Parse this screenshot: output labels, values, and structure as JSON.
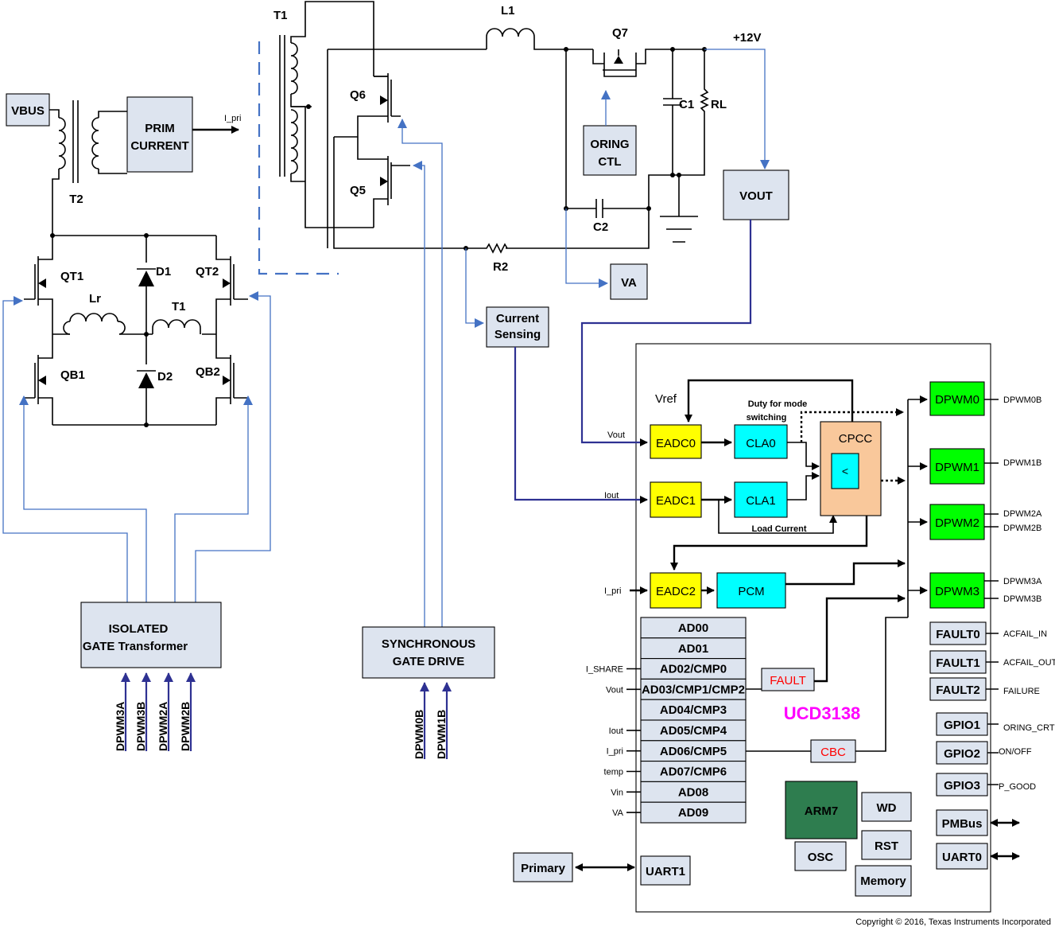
{
  "power_stage": {
    "vbus": "VBUS",
    "prim_current": [
      "PRIM",
      "CURRENT"
    ],
    "i_pri_arrow": "I_pri",
    "t1_label": "T1",
    "t2_label": "T2",
    "l1_label": "L1",
    "q7_label": "Q7",
    "vplus_label": "+12V",
    "q6_label": "Q6",
    "q5_label": "Q5",
    "c1_label": "C1",
    "rl_label": "RL",
    "oring_ctl": [
      "ORING",
      "CTL"
    ],
    "c2_label": "C2",
    "vout_box": "VOUT",
    "r2_label": "R2",
    "va_box": "VA",
    "current_sensing": [
      "Current",
      "Sensing"
    ],
    "qt1_label": "QT1",
    "d1_label": "D1",
    "qt2_label": "QT2",
    "lr_label": "Lr",
    "t1b_label": "T1",
    "qb1_label": "QB1",
    "d2_label": "D2",
    "qb2_label": "QB2",
    "isolated_gate": [
      "ISOLATED",
      "GATE Transformer"
    ],
    "sync_gate": [
      "SYNCHRONOUS",
      "GATE DRIVE"
    ],
    "iso_inputs": [
      "DPWM3A",
      "DPWM3B",
      "DPWM2A",
      "DPWM2B"
    ],
    "sync_inputs": [
      "DPWM0B",
      "DPWM1B"
    ]
  },
  "controller": {
    "vref": "Vref",
    "duty_label": [
      "Duty for mode",
      "switching"
    ],
    "eadc0": "EADC0",
    "eadc1": "EADC1",
    "eadc2": "EADC2",
    "cla0": "CLA0",
    "cla1": "CLA1",
    "pcm": "PCM",
    "cpcc": "CPCC",
    "compare": "<",
    "load_current": "Load Current",
    "vout_in": "Vout",
    "iout_in": "Iout",
    "ipri_in": "I_pri",
    "dpwm": [
      "DPWM0",
      "DPWM1",
      "DPWM2",
      "DPWM3"
    ],
    "dpwm_outputs": [
      "DPWM0B",
      "DPWM1B",
      "DPWM2A",
      "DPWM2B",
      "DPWM3A",
      "DPWM3B"
    ],
    "ad_channels": [
      "AD00",
      "AD01",
      "AD02/CMP0",
      "AD03/CMP1/CMP2",
      "AD04/CMP3",
      "AD05/CMP4",
      "AD06/CMP5",
      "AD07/CMP6",
      "AD08",
      "AD09"
    ],
    "ad_inputs": [
      "",
      "",
      "I_SHARE",
      "Vout",
      "",
      "Iout",
      "I_pri",
      "temp",
      "Vin",
      "VA"
    ],
    "fault_box": "FAULT",
    "cbc_box": "CBC",
    "chip_name": "UCD3138",
    "faults": [
      "FAULT0",
      "FAULT1",
      "FAULT2"
    ],
    "fault_signals": [
      "ACFAIL_IN",
      "ACFAIL_OUT",
      "FAILURE"
    ],
    "gpios": [
      "GPIO1",
      "GPIO2",
      "GPIO3"
    ],
    "gpio_signals": [
      "ORING_CRTL",
      "ON/OFF",
      "P_GOOD"
    ],
    "pmbus": "PMBus",
    "uart0": "UART0",
    "uart1": "UART1",
    "primary": "Primary",
    "arm7": "ARM7",
    "osc": "OSC",
    "wd": "WD",
    "rst": "RST",
    "memory": "Memory"
  },
  "copyright": "Copyright © 2016, Texas Instruments Incorporated",
  "colors": {
    "eadc": "#ffff00",
    "cla": "#00ffff",
    "dpwm": "#00ff00",
    "cpcc": "#f9c89b",
    "arm7": "#2e7d4f",
    "box": "#dde4ef",
    "blue_wire": "#4472c4",
    "navy_wire": "#2e3192",
    "chip_name": "#ff00ff",
    "fault_red": "#ff0000"
  }
}
